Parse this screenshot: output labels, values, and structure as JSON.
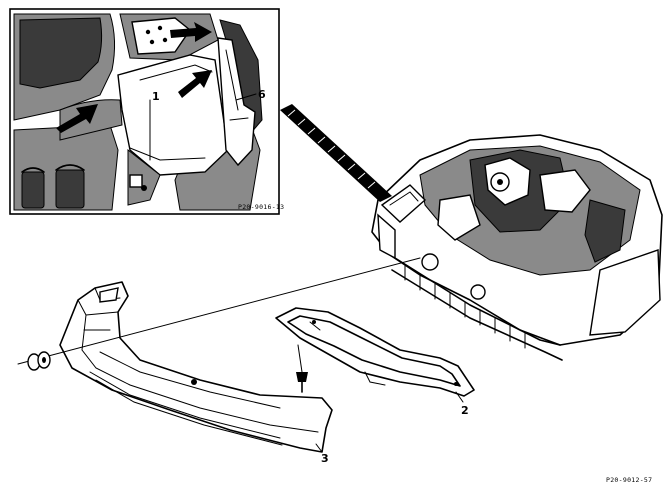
{
  "callouts": {
    "part_1": "1",
    "part_6": "6",
    "part_2": "2",
    "part_3": "3"
  },
  "figure_codes": {
    "inset": "P20-9016-13",
    "main": "P20-9012-57"
  },
  "colors": {
    "ink": "#000000",
    "shade": "#8a8a8a",
    "paper": "#ffffff"
  }
}
